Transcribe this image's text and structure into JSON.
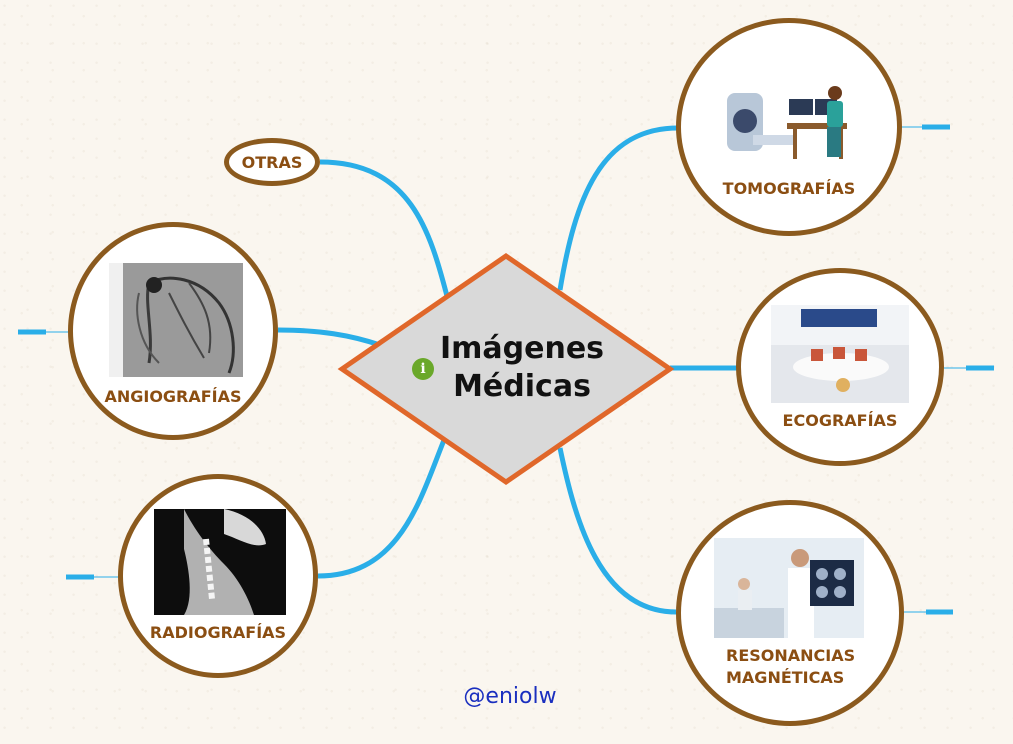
{
  "center": {
    "title_line1": "Imágenes",
    "title_line2": "Médicas",
    "info_icon": "i"
  },
  "nodes": {
    "otras": "OTRAS",
    "angiografias": "ANGIOGRAFÍAS",
    "radiografias": "RADIOGRAFÍAS",
    "tomografias": "TOMOGRAFÍAS",
    "ecografias": "ECOGRAFÍAS",
    "resonancias_line1": "RESONANCIAS",
    "resonancias_line2": "MAGNÉTICAS"
  },
  "footer": {
    "author": "@eniolw"
  },
  "colors": {
    "connector": "#2aaee8",
    "node_border": "#8b5a1e",
    "label": "#8b4e12",
    "diamond_fill": "#d9d9d9",
    "diamond_border": "#e0672a",
    "author": "#1a2fbf"
  },
  "icons": {
    "center": "info-icon",
    "tomografias": "ct-scanner-image",
    "ecografias": "ultrasound-image",
    "resonancias": "doctor-mri-image",
    "angiografias": "angiogram-image",
    "radiografias": "xray-neck-image"
  }
}
